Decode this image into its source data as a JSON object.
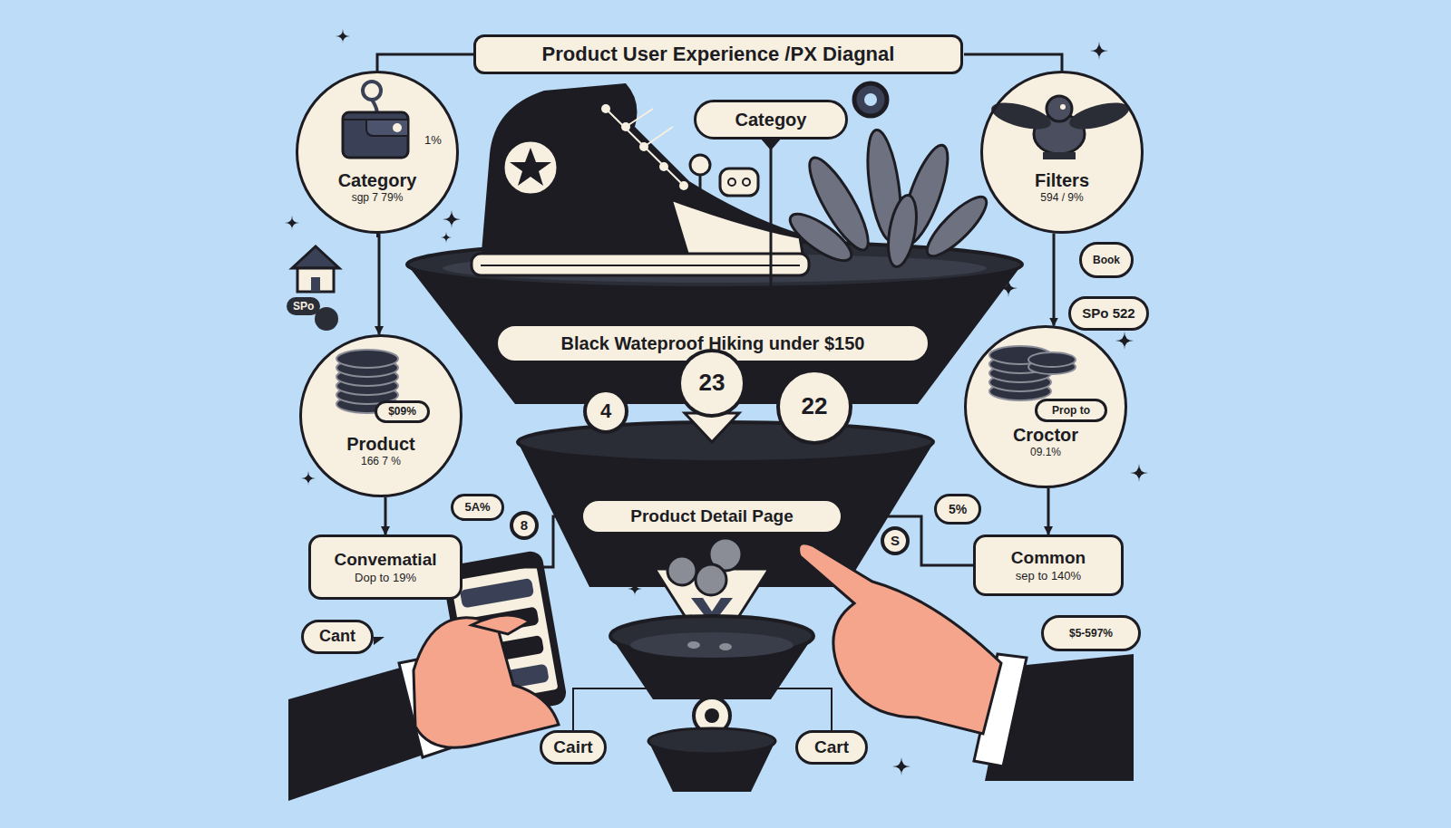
{
  "diagram": {
    "title": "Product User Experience /PX Diagnal",
    "nodes": [
      {
        "text": [
          "Categoy"
        ]
      },
      {
        "text": [
          "Category",
          "sgp 7 79%"
        ]
      },
      {
        "text": [
          "Filters",
          "594 / 9%"
        ]
      },
      {
        "text": [
          "Book"
        ]
      },
      {
        "text": [
          "SPo 522"
        ]
      },
      {
        "text": [
          "Black Wateproof Hiking under $150"
        ]
      },
      {
        "text": [
          "4"
        ]
      },
      {
        "text": [
          "23"
        ]
      },
      {
        "text": [
          "22"
        ]
      },
      {
        "text": [
          "Product",
          "166 7 %"
        ]
      },
      {
        "text": [
          "$09%"
        ],
        "in": 9
      },
      {
        "text": [
          "Croctor",
          "09.1%"
        ]
      },
      {
        "text": [
          "Prop to"
        ],
        "in": 11
      },
      {
        "text": [
          "5A%"
        ]
      },
      {
        "text": [
          "8"
        ]
      },
      {
        "text": [
          "5%"
        ]
      },
      {
        "text": [
          "S"
        ]
      },
      {
        "text": [
          "Product Detail Page"
        ]
      },
      {
        "text": [
          "Convematial",
          "Dop to 19%"
        ]
      },
      {
        "text": [
          "Common",
          "sep to 140%"
        ]
      },
      {
        "text": [
          "Cant"
        ]
      },
      {
        "text": [
          "$5-597%"
        ]
      },
      {
        "text": [
          "Cairt"
        ]
      },
      {
        "text": [
          "Cart"
        ]
      }
    ],
    "edges": [
      {
        "from": 1,
        "to": 9,
        "arrow": "to"
      },
      {
        "from": 9,
        "to": 18,
        "arrow": "to"
      },
      {
        "from": 2,
        "to": 11,
        "arrow": "to"
      },
      {
        "from": 11,
        "to": 19,
        "arrow": "to"
      },
      {
        "from": 0,
        "to": 5,
        "arrow": "to"
      },
      {
        "from": 18,
        "to": 17,
        "arrow": "to"
      },
      {
        "from": 19,
        "to": 17,
        "arrow": "to"
      }
    ],
    "labels": [
      "1%",
      "SPo"
    ]
  }
}
